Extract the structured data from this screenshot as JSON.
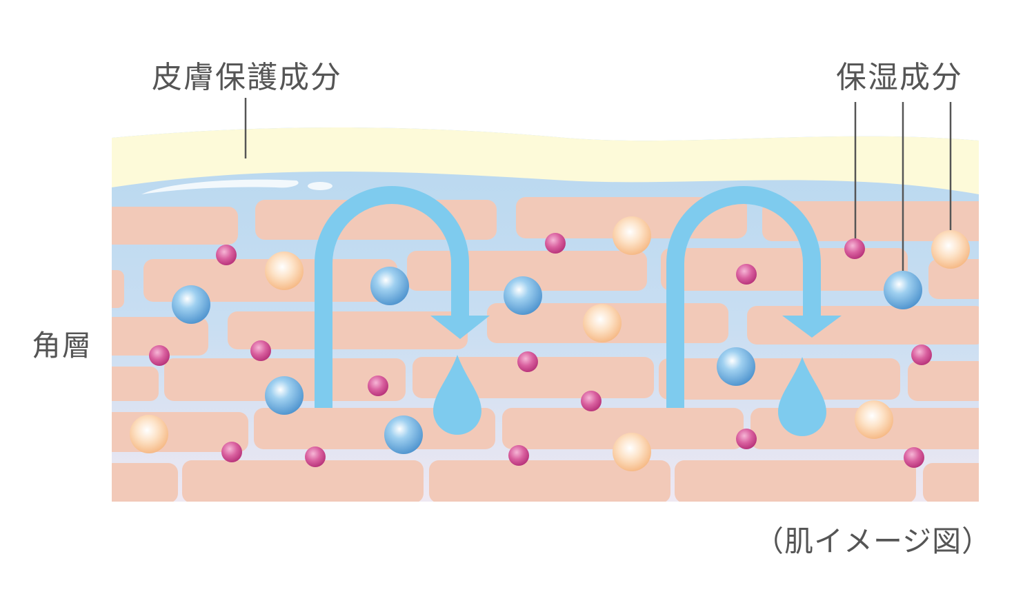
{
  "labels": {
    "protective_component": "皮膚保護成分",
    "moisturizing_component": "保湿成分",
    "stratum_corneum": "角層",
    "caption": "（肌イメージ図）"
  },
  "colors": {
    "protective_layer": "#fdfad9",
    "moisture_blue": "#b9d9ef",
    "cell_pink": "#f2c9b8",
    "arrow_blue": "#7ecbee",
    "label_text": "#555555",
    "leader_line": "#555555",
    "magenta_particle": "#c93f86",
    "blue_particle": "#4f9fd6",
    "orange_particle": "#f6b985"
  }
}
